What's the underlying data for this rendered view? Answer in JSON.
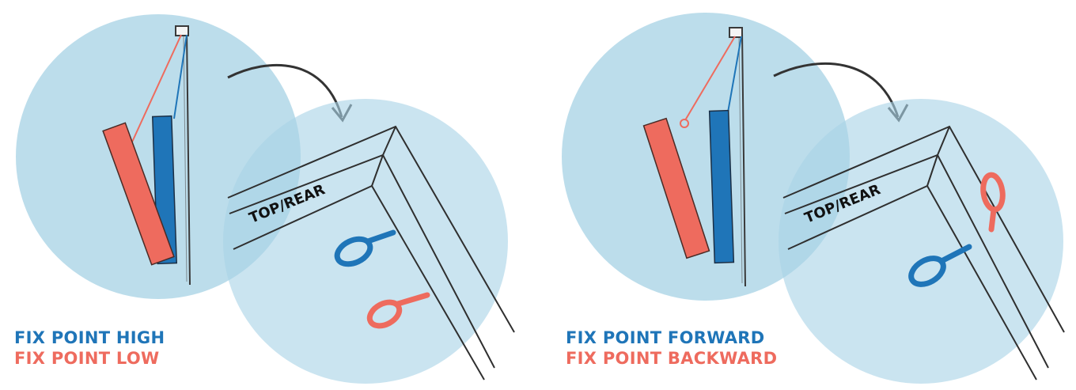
{
  "colors": {
    "blue": "#1f75b8",
    "red": "#ee6b5e",
    "circle": "#a9d3e6",
    "pencil": "#3a3a3a"
  },
  "panels": [
    {
      "label": "TOP/REAR",
      "caption_blue": "FIX POINT HIGH",
      "caption_red": "FIX POINT LOW"
    },
    {
      "label": "TOP/REAR",
      "caption_blue": "FIX POINT FORWARD",
      "caption_red": "FIX POINT BACKWARD"
    }
  ]
}
